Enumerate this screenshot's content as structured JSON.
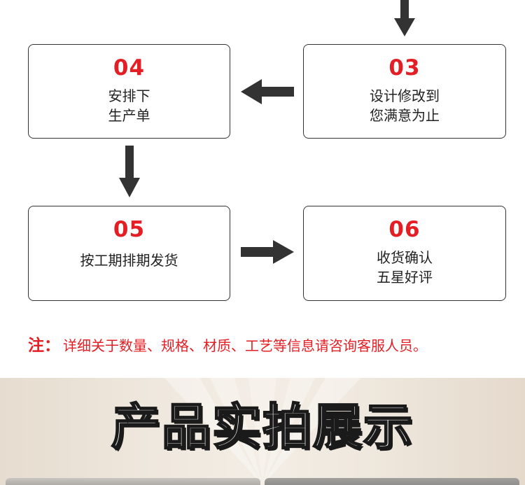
{
  "steps": {
    "s03": {
      "num": "03",
      "line1": "设计修改到",
      "line2": "您满意为止"
    },
    "s04": {
      "num": "04",
      "line1": "安排下",
      "line2": "生产单"
    },
    "s05": {
      "num": "05",
      "line1": "按工期排期发货"
    },
    "s06": {
      "num": "06",
      "line1": "收货确认",
      "line2": "五星好评"
    }
  },
  "note": {
    "prefix": "注：",
    "text": "详细关于数量、规格、材质、工艺等信息请咨询客服人员。"
  },
  "banner": {
    "title": "产品实拍展示"
  },
  "colors": {
    "accent": "#e31e24",
    "arrow": "#333333",
    "border": "#333333"
  }
}
